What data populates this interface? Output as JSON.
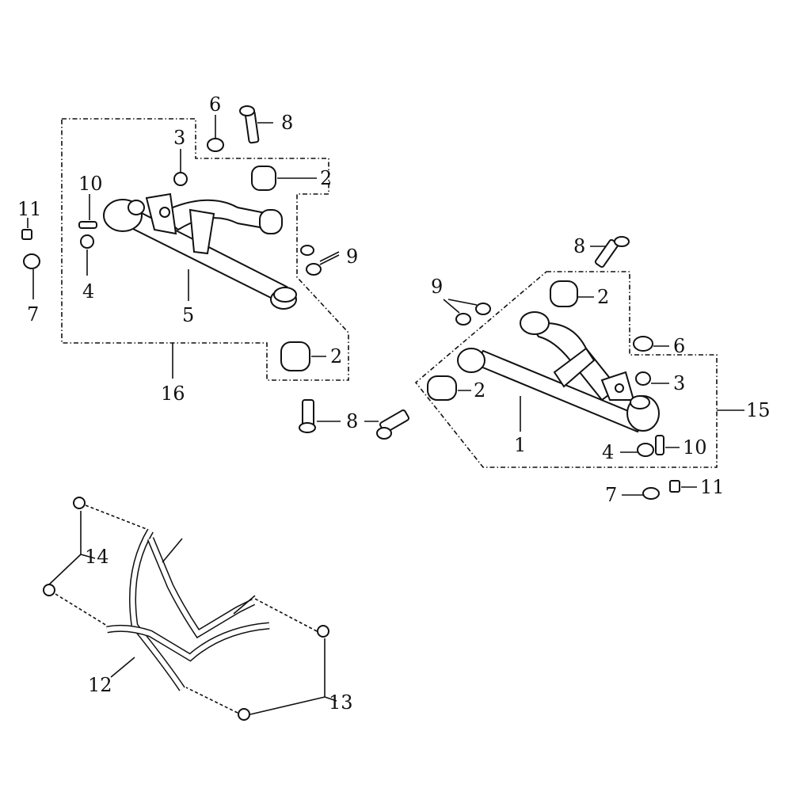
{
  "diagram": {
    "left_assembly": {
      "labels": {
        "bushing_top": "6",
        "bolt": "8",
        "nut": "3",
        "bushing_a": "2",
        "grease_fitting": "10",
        "cap": "11",
        "washer_pair": "9",
        "washer": "4",
        "arm": "5",
        "seal": "7",
        "bushing_b": "2",
        "assembly": "16"
      }
    },
    "right_assembly": {
      "labels": {
        "bolt_top": "8",
        "washer_pair": "9",
        "bushing_a": "2",
        "bushing_top": "6",
        "nut": "3",
        "bushing_b": "2",
        "assembly": "15",
        "bolt_mid": "8",
        "arm": "1",
        "washer": "4",
        "grease_fitting": "10",
        "seal": "7",
        "cap": "11"
      }
    },
    "bumper": {
      "labels": {
        "bolts_upper": "14",
        "frame": "12",
        "bolts_lower": "13"
      }
    }
  }
}
